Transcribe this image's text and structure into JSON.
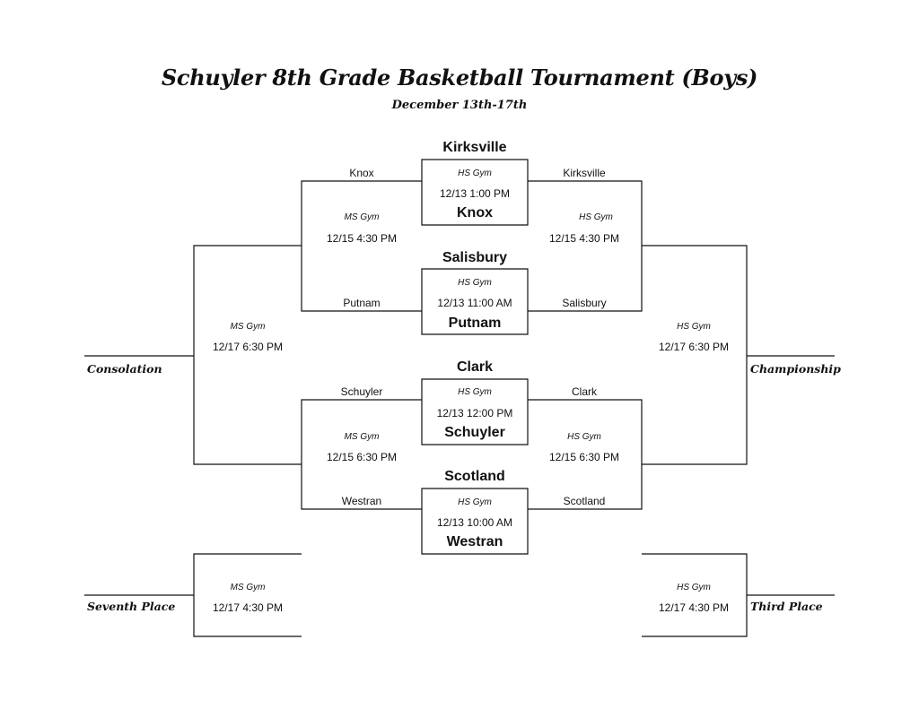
{
  "title": "Schuyler 8th Grade Basketball Tournament (Boys)",
  "subtitle": "December 13th-17th",
  "first_round": [
    {
      "top_team": "Kirksville",
      "bottom_team": "Knox",
      "venue": "HS Gym",
      "time": "12/13 1:00 PM"
    },
    {
      "top_team": "Salisbury",
      "bottom_team": "Putnam",
      "venue": "HS Gym",
      "time": "12/13 11:00 AM"
    },
    {
      "top_team": "Clark",
      "bottom_team": "Schuyler",
      "venue": "HS Gym",
      "time": "12/13 12:00 PM"
    },
    {
      "top_team": "Scotland",
      "bottom_team": "Westran",
      "venue": "HS Gym",
      "time": "12/13 10:00 AM"
    }
  ],
  "left_semis": [
    {
      "top_team": "Knox",
      "bottom_team": "Putnam",
      "venue": "MS Gym",
      "time": "12/15 4:30 PM"
    },
    {
      "top_team": "Schuyler",
      "bottom_team": "Westran",
      "venue": "MS Gym",
      "time": "12/15 6:30 PM"
    }
  ],
  "right_semis": [
    {
      "top_team": "Kirksville",
      "bottom_team": "Salisbury",
      "venue": "HS Gym",
      "time": "12/15 4:30 PM"
    },
    {
      "top_team": "Clark",
      "bottom_team": "Scotland",
      "venue": "HS Gym",
      "time": "12/15 6:30 PM"
    }
  ],
  "consolation": {
    "label": "Consolation",
    "venue": "MS Gym",
    "time": "12/17 6:30 PM"
  },
  "championship": {
    "label": "Championship",
    "venue": "HS Gym",
    "time": "12/17 6:30 PM"
  },
  "seventh_place": {
    "label": "Seventh Place",
    "venue": "MS Gym",
    "time": "12/17 4:30 PM"
  },
  "third_place": {
    "label": "Third Place",
    "venue": "HS Gym",
    "time": "12/17 4:30 PM"
  }
}
